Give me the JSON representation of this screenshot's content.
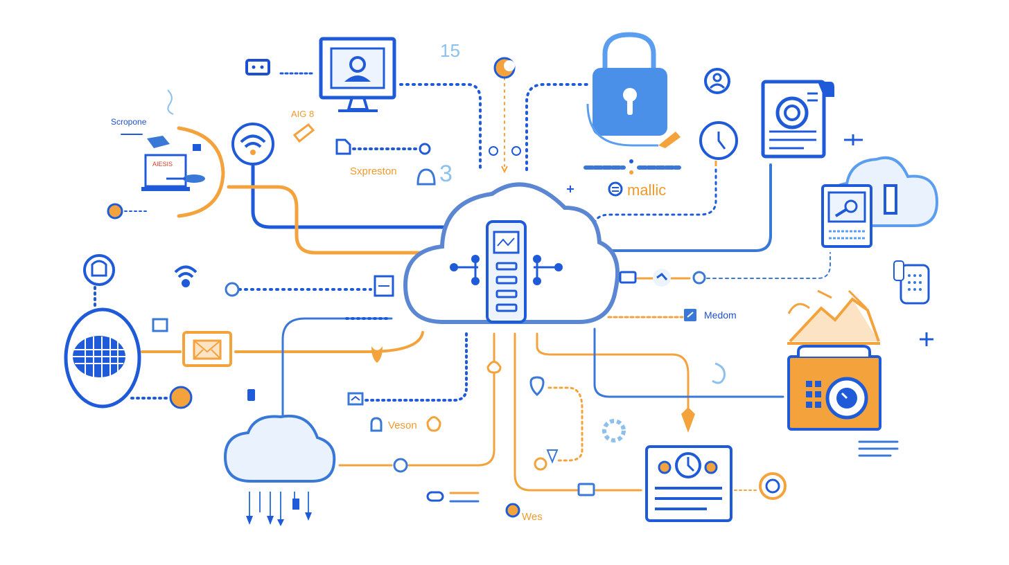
{
  "labels": {
    "top_number": "15",
    "scope": "Scropone",
    "alg": "AIG 8",
    "session": "Sxpreston",
    "session_glyph": "3",
    "mallic": "mallic",
    "medom": "Medom",
    "veson": "Veson",
    "wes": "Wes",
    "laptop_screen": "AIESIS"
  },
  "colors": {
    "primary_blue": "#1f5bd8",
    "mid_blue": "#3a78d8",
    "light_blue": "#5b9ef0",
    "pale_blue": "#e9f2fd",
    "orange": "#f4a23c",
    "dark_orange": "#ee8a1d"
  },
  "icons": [
    "cloud-server-icon",
    "monitor-user-icon",
    "padlock-icon",
    "camera-document-icon",
    "cloud-tablet-icon",
    "globe-shield-icon",
    "wifi-icon",
    "envelope-icon",
    "dashboard-panel-icon",
    "orange-folder-gauge-icon",
    "mountain-chart-icon",
    "rain-cloud-icon",
    "laptop-icon",
    "clock-icon",
    "user-circle-icon"
  ]
}
